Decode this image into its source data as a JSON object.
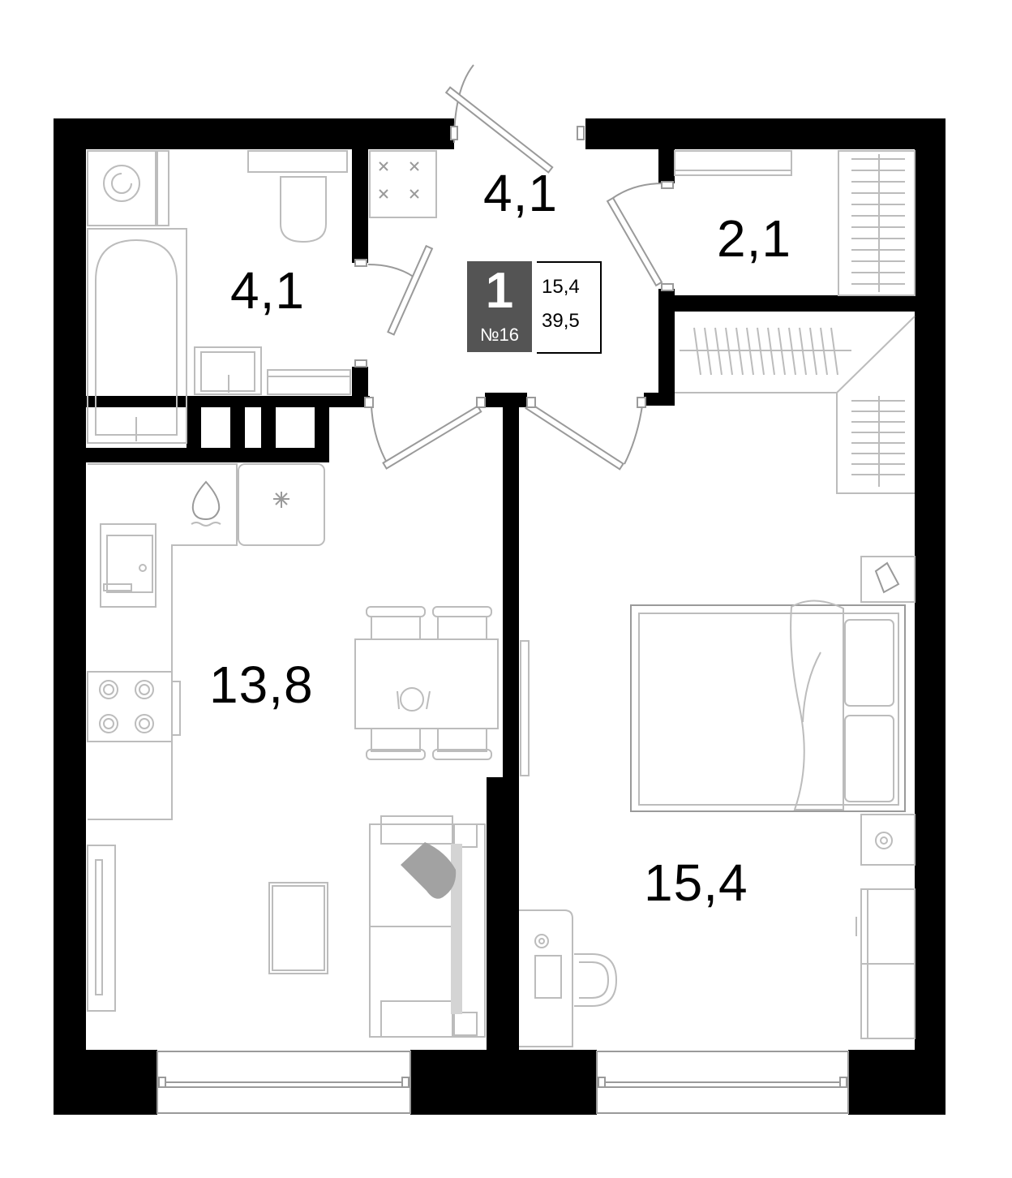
{
  "apartment": {
    "rooms": "1",
    "number": "№16",
    "living_area": "15,4",
    "total_area": "39,5"
  },
  "rooms": {
    "bathroom": "4,1",
    "hallway": "4,1",
    "storage": "2,1",
    "kitchen_living": "13,8",
    "bedroom": "15,4"
  },
  "colors": {
    "wall": "#000000",
    "furniture_line": "#bcbcbc",
    "badge_fill": "#545454",
    "armchair_fill": "#9a9a9a"
  }
}
